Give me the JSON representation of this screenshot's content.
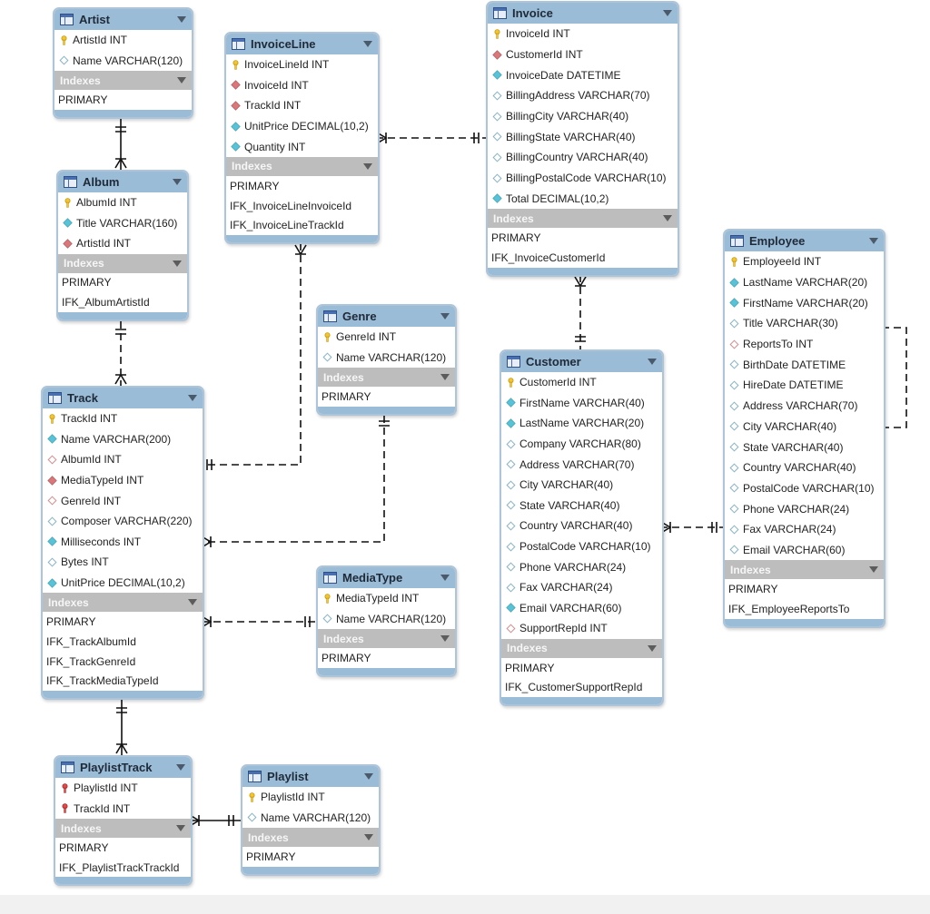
{
  "labels": {
    "indexes": "Indexes"
  },
  "colors": {
    "header": "#9bbcd6",
    "border": "#adc4d9",
    "indexes_bar": "#bdbdbd",
    "primary_key": "#f2c62d",
    "foreign_key": "#d9777a",
    "not_null": "#58c2d6",
    "nullable": "#a5c4d2",
    "connector": "#111111"
  },
  "tables": {
    "artist": {
      "name": "Artist",
      "columns": [
        {
          "icon": "primary-key-icon",
          "text": "ArtistId INT"
        },
        {
          "icon": "nullable-column-icon",
          "text": "Name VARCHAR(120)"
        }
      ],
      "indexes": [
        "PRIMARY"
      ]
    },
    "album": {
      "name": "Album",
      "columns": [
        {
          "icon": "primary-key-icon",
          "text": "AlbumId INT"
        },
        {
          "icon": "not-null-column-icon",
          "text": "Title VARCHAR(160)"
        },
        {
          "icon": "foreign-key-icon",
          "text": "ArtistId INT"
        }
      ],
      "indexes": [
        "PRIMARY",
        "IFK_AlbumArtistId"
      ]
    },
    "invoiceline": {
      "name": "InvoiceLine",
      "columns": [
        {
          "icon": "primary-key-icon",
          "text": "InvoiceLineId INT"
        },
        {
          "icon": "foreign-key-icon",
          "text": "InvoiceId INT"
        },
        {
          "icon": "foreign-key-icon",
          "text": "TrackId INT"
        },
        {
          "icon": "not-null-column-icon",
          "text": "UnitPrice DECIMAL(10,2)"
        },
        {
          "icon": "not-null-column-icon",
          "text": "Quantity INT"
        }
      ],
      "indexes": [
        "PRIMARY",
        "IFK_InvoiceLineInvoiceId",
        "IFK_InvoiceLineTrackId"
      ]
    },
    "invoice": {
      "name": "Invoice",
      "columns": [
        {
          "icon": "primary-key-icon",
          "text": "InvoiceId INT"
        },
        {
          "icon": "foreign-key-icon",
          "text": "CustomerId INT"
        },
        {
          "icon": "not-null-column-icon",
          "text": "InvoiceDate DATETIME"
        },
        {
          "icon": "nullable-column-icon",
          "text": "BillingAddress VARCHAR(70)"
        },
        {
          "icon": "nullable-column-icon",
          "text": "BillingCity VARCHAR(40)"
        },
        {
          "icon": "nullable-column-icon",
          "text": "BillingState VARCHAR(40)"
        },
        {
          "icon": "nullable-column-icon",
          "text": "BillingCountry VARCHAR(40)"
        },
        {
          "icon": "nullable-column-icon",
          "text": "BillingPostalCode VARCHAR(10)"
        },
        {
          "icon": "not-null-column-icon",
          "text": "Total DECIMAL(10,2)"
        }
      ],
      "indexes": [
        "PRIMARY",
        "IFK_InvoiceCustomerId"
      ]
    },
    "genre": {
      "name": "Genre",
      "columns": [
        {
          "icon": "primary-key-icon",
          "text": "GenreId INT"
        },
        {
          "icon": "nullable-column-icon",
          "text": "Name VARCHAR(120)"
        }
      ],
      "indexes": [
        "PRIMARY"
      ]
    },
    "track": {
      "name": "Track",
      "columns": [
        {
          "icon": "primary-key-icon",
          "text": "TrackId INT"
        },
        {
          "icon": "not-null-column-icon",
          "text": "Name VARCHAR(200)"
        },
        {
          "icon": "nullable-fk-column-icon",
          "text": "AlbumId INT"
        },
        {
          "icon": "foreign-key-icon",
          "text": "MediaTypeId INT"
        },
        {
          "icon": "nullable-fk-column-icon",
          "text": "GenreId INT"
        },
        {
          "icon": "nullable-column-icon",
          "text": "Composer VARCHAR(220)"
        },
        {
          "icon": "not-null-column-icon",
          "text": "Milliseconds INT"
        },
        {
          "icon": "nullable-column-icon",
          "text": "Bytes INT"
        },
        {
          "icon": "not-null-column-icon",
          "text": "UnitPrice DECIMAL(10,2)"
        }
      ],
      "indexes": [
        "PRIMARY",
        "IFK_TrackAlbumId",
        "IFK_TrackGenreId",
        "IFK_TrackMediaTypeId"
      ]
    },
    "customer": {
      "name": "Customer",
      "columns": [
        {
          "icon": "primary-key-icon",
          "text": "CustomerId INT"
        },
        {
          "icon": "not-null-column-icon",
          "text": "FirstName VARCHAR(40)"
        },
        {
          "icon": "not-null-column-icon",
          "text": "LastName VARCHAR(20)"
        },
        {
          "icon": "nullable-column-icon",
          "text": "Company VARCHAR(80)"
        },
        {
          "icon": "nullable-column-icon",
          "text": "Address VARCHAR(70)"
        },
        {
          "icon": "nullable-column-icon",
          "text": "City VARCHAR(40)"
        },
        {
          "icon": "nullable-column-icon",
          "text": "State VARCHAR(40)"
        },
        {
          "icon": "nullable-column-icon",
          "text": "Country VARCHAR(40)"
        },
        {
          "icon": "nullable-column-icon",
          "text": "PostalCode VARCHAR(10)"
        },
        {
          "icon": "nullable-column-icon",
          "text": "Phone VARCHAR(24)"
        },
        {
          "icon": "nullable-column-icon",
          "text": "Fax VARCHAR(24)"
        },
        {
          "icon": "not-null-column-icon",
          "text": "Email VARCHAR(60)"
        },
        {
          "icon": "nullable-fk-column-icon",
          "text": "SupportRepId INT"
        }
      ],
      "indexes": [
        "PRIMARY",
        "IFK_CustomerSupportRepId"
      ]
    },
    "employee": {
      "name": "Employee",
      "columns": [
        {
          "icon": "primary-key-icon",
          "text": "EmployeeId INT"
        },
        {
          "icon": "not-null-column-icon",
          "text": "LastName VARCHAR(20)"
        },
        {
          "icon": "not-null-column-icon",
          "text": "FirstName VARCHAR(20)"
        },
        {
          "icon": "nullable-column-icon",
          "text": "Title VARCHAR(30)"
        },
        {
          "icon": "nullable-fk-column-icon",
          "text": "ReportsTo INT"
        },
        {
          "icon": "nullable-column-icon",
          "text": "BirthDate DATETIME"
        },
        {
          "icon": "nullable-column-icon",
          "text": "HireDate DATETIME"
        },
        {
          "icon": "nullable-column-icon",
          "text": "Address VARCHAR(70)"
        },
        {
          "icon": "nullable-column-icon",
          "text": "City VARCHAR(40)"
        },
        {
          "icon": "nullable-column-icon",
          "text": "State VARCHAR(40)"
        },
        {
          "icon": "nullable-column-icon",
          "text": "Country VARCHAR(40)"
        },
        {
          "icon": "nullable-column-icon",
          "text": "PostalCode VARCHAR(10)"
        },
        {
          "icon": "nullable-column-icon",
          "text": "Phone VARCHAR(24)"
        },
        {
          "icon": "nullable-column-icon",
          "text": "Fax VARCHAR(24)"
        },
        {
          "icon": "nullable-column-icon",
          "text": "Email VARCHAR(60)"
        }
      ],
      "indexes": [
        "PRIMARY",
        "IFK_EmployeeReportsTo"
      ]
    },
    "mediatype": {
      "name": "MediaType",
      "columns": [
        {
          "icon": "primary-key-icon",
          "text": "MediaTypeId INT"
        },
        {
          "icon": "nullable-column-icon",
          "text": "Name VARCHAR(120)"
        }
      ],
      "indexes": [
        "PRIMARY"
      ]
    },
    "playlisttrack": {
      "name": "PlaylistTrack",
      "columns": [
        {
          "icon": "primary-foreign-key-icon",
          "text": "PlaylistId INT"
        },
        {
          "icon": "primary-foreign-key-icon",
          "text": "TrackId INT"
        }
      ],
      "indexes": [
        "PRIMARY",
        "IFK_PlaylistTrackTrackId"
      ]
    },
    "playlist": {
      "name": "Playlist",
      "columns": [
        {
          "icon": "primary-key-icon",
          "text": "PlaylistId INT"
        },
        {
          "icon": "nullable-column-icon",
          "text": "Name VARCHAR(120)"
        }
      ],
      "indexes": [
        "PRIMARY"
      ]
    }
  },
  "relationships": [
    {
      "from": "Album",
      "to": "Artist",
      "type": "identifying-one-to-many"
    },
    {
      "from": "Track",
      "to": "Album",
      "type": "non-identifying-one-to-many"
    },
    {
      "from": "InvoiceLine",
      "to": "Invoice",
      "type": "non-identifying-one-to-many"
    },
    {
      "from": "InvoiceLine",
      "to": "Track",
      "type": "non-identifying-one-to-many"
    },
    {
      "from": "Track",
      "to": "Genre",
      "type": "non-identifying-one-to-many"
    },
    {
      "from": "Track",
      "to": "MediaType",
      "type": "non-identifying-one-to-many"
    },
    {
      "from": "PlaylistTrack",
      "to": "Track",
      "type": "identifying-one-to-many"
    },
    {
      "from": "PlaylistTrack",
      "to": "Playlist",
      "type": "identifying-one-to-many"
    },
    {
      "from": "Invoice",
      "to": "Customer",
      "type": "non-identifying-one-to-many"
    },
    {
      "from": "Customer",
      "to": "Employee",
      "type": "non-identifying-one-to-many"
    },
    {
      "from": "Employee",
      "to": "Employee",
      "type": "non-identifying-one-to-many"
    }
  ]
}
